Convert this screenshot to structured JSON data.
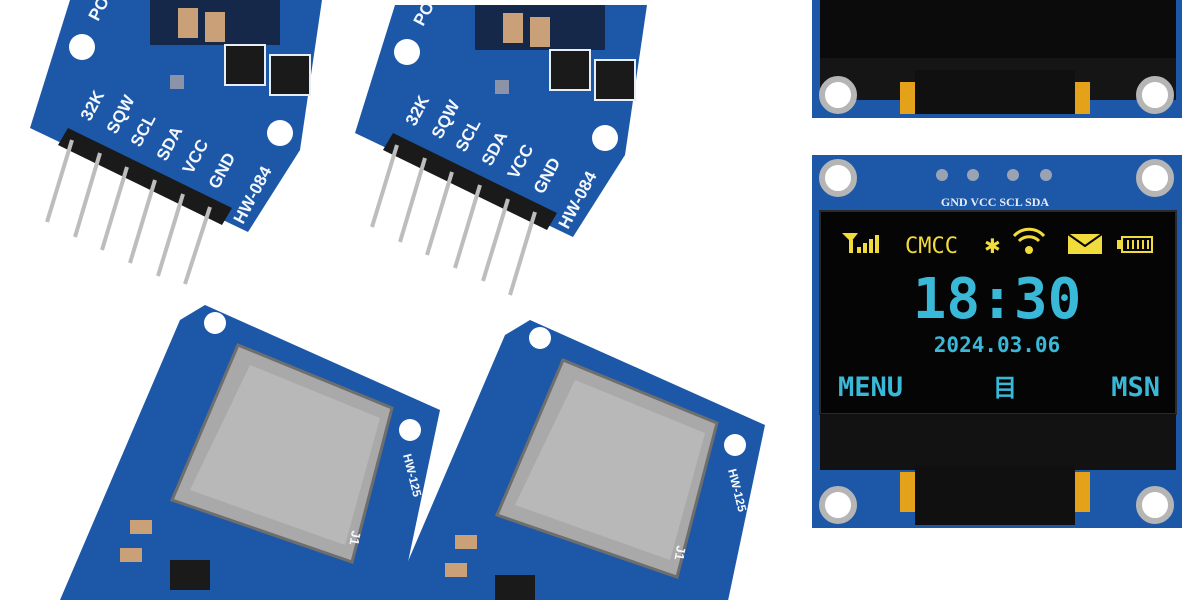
{
  "rtc_modules": {
    "pin_labels": [
      "32K",
      "SQW",
      "SCL",
      "SDA",
      "VCC",
      "GND"
    ],
    "model": "HW-084",
    "power_label": "PO"
  },
  "sd_modules": {
    "model": "HW-125",
    "connector_label": "J1"
  },
  "oled_display": {
    "pin_labels": "GND VCC SCL SDA",
    "status_bar": {
      "carrier": "CMCC",
      "icons": [
        "signal-icon",
        "bluetooth-icon",
        "wifi-icon",
        "mail-icon",
        "battery-icon"
      ]
    },
    "time": "18:30",
    "date": "2024.03.06",
    "left_softkey": "MENU",
    "center_icon": "目",
    "right_softkey": "MSN"
  },
  "colors": {
    "pcb_blue": "#1d58a8",
    "oled_yellow": "#f2dc3b",
    "oled_cyan": "#3ab8d8",
    "sd_metal": "#a9a9a9"
  }
}
